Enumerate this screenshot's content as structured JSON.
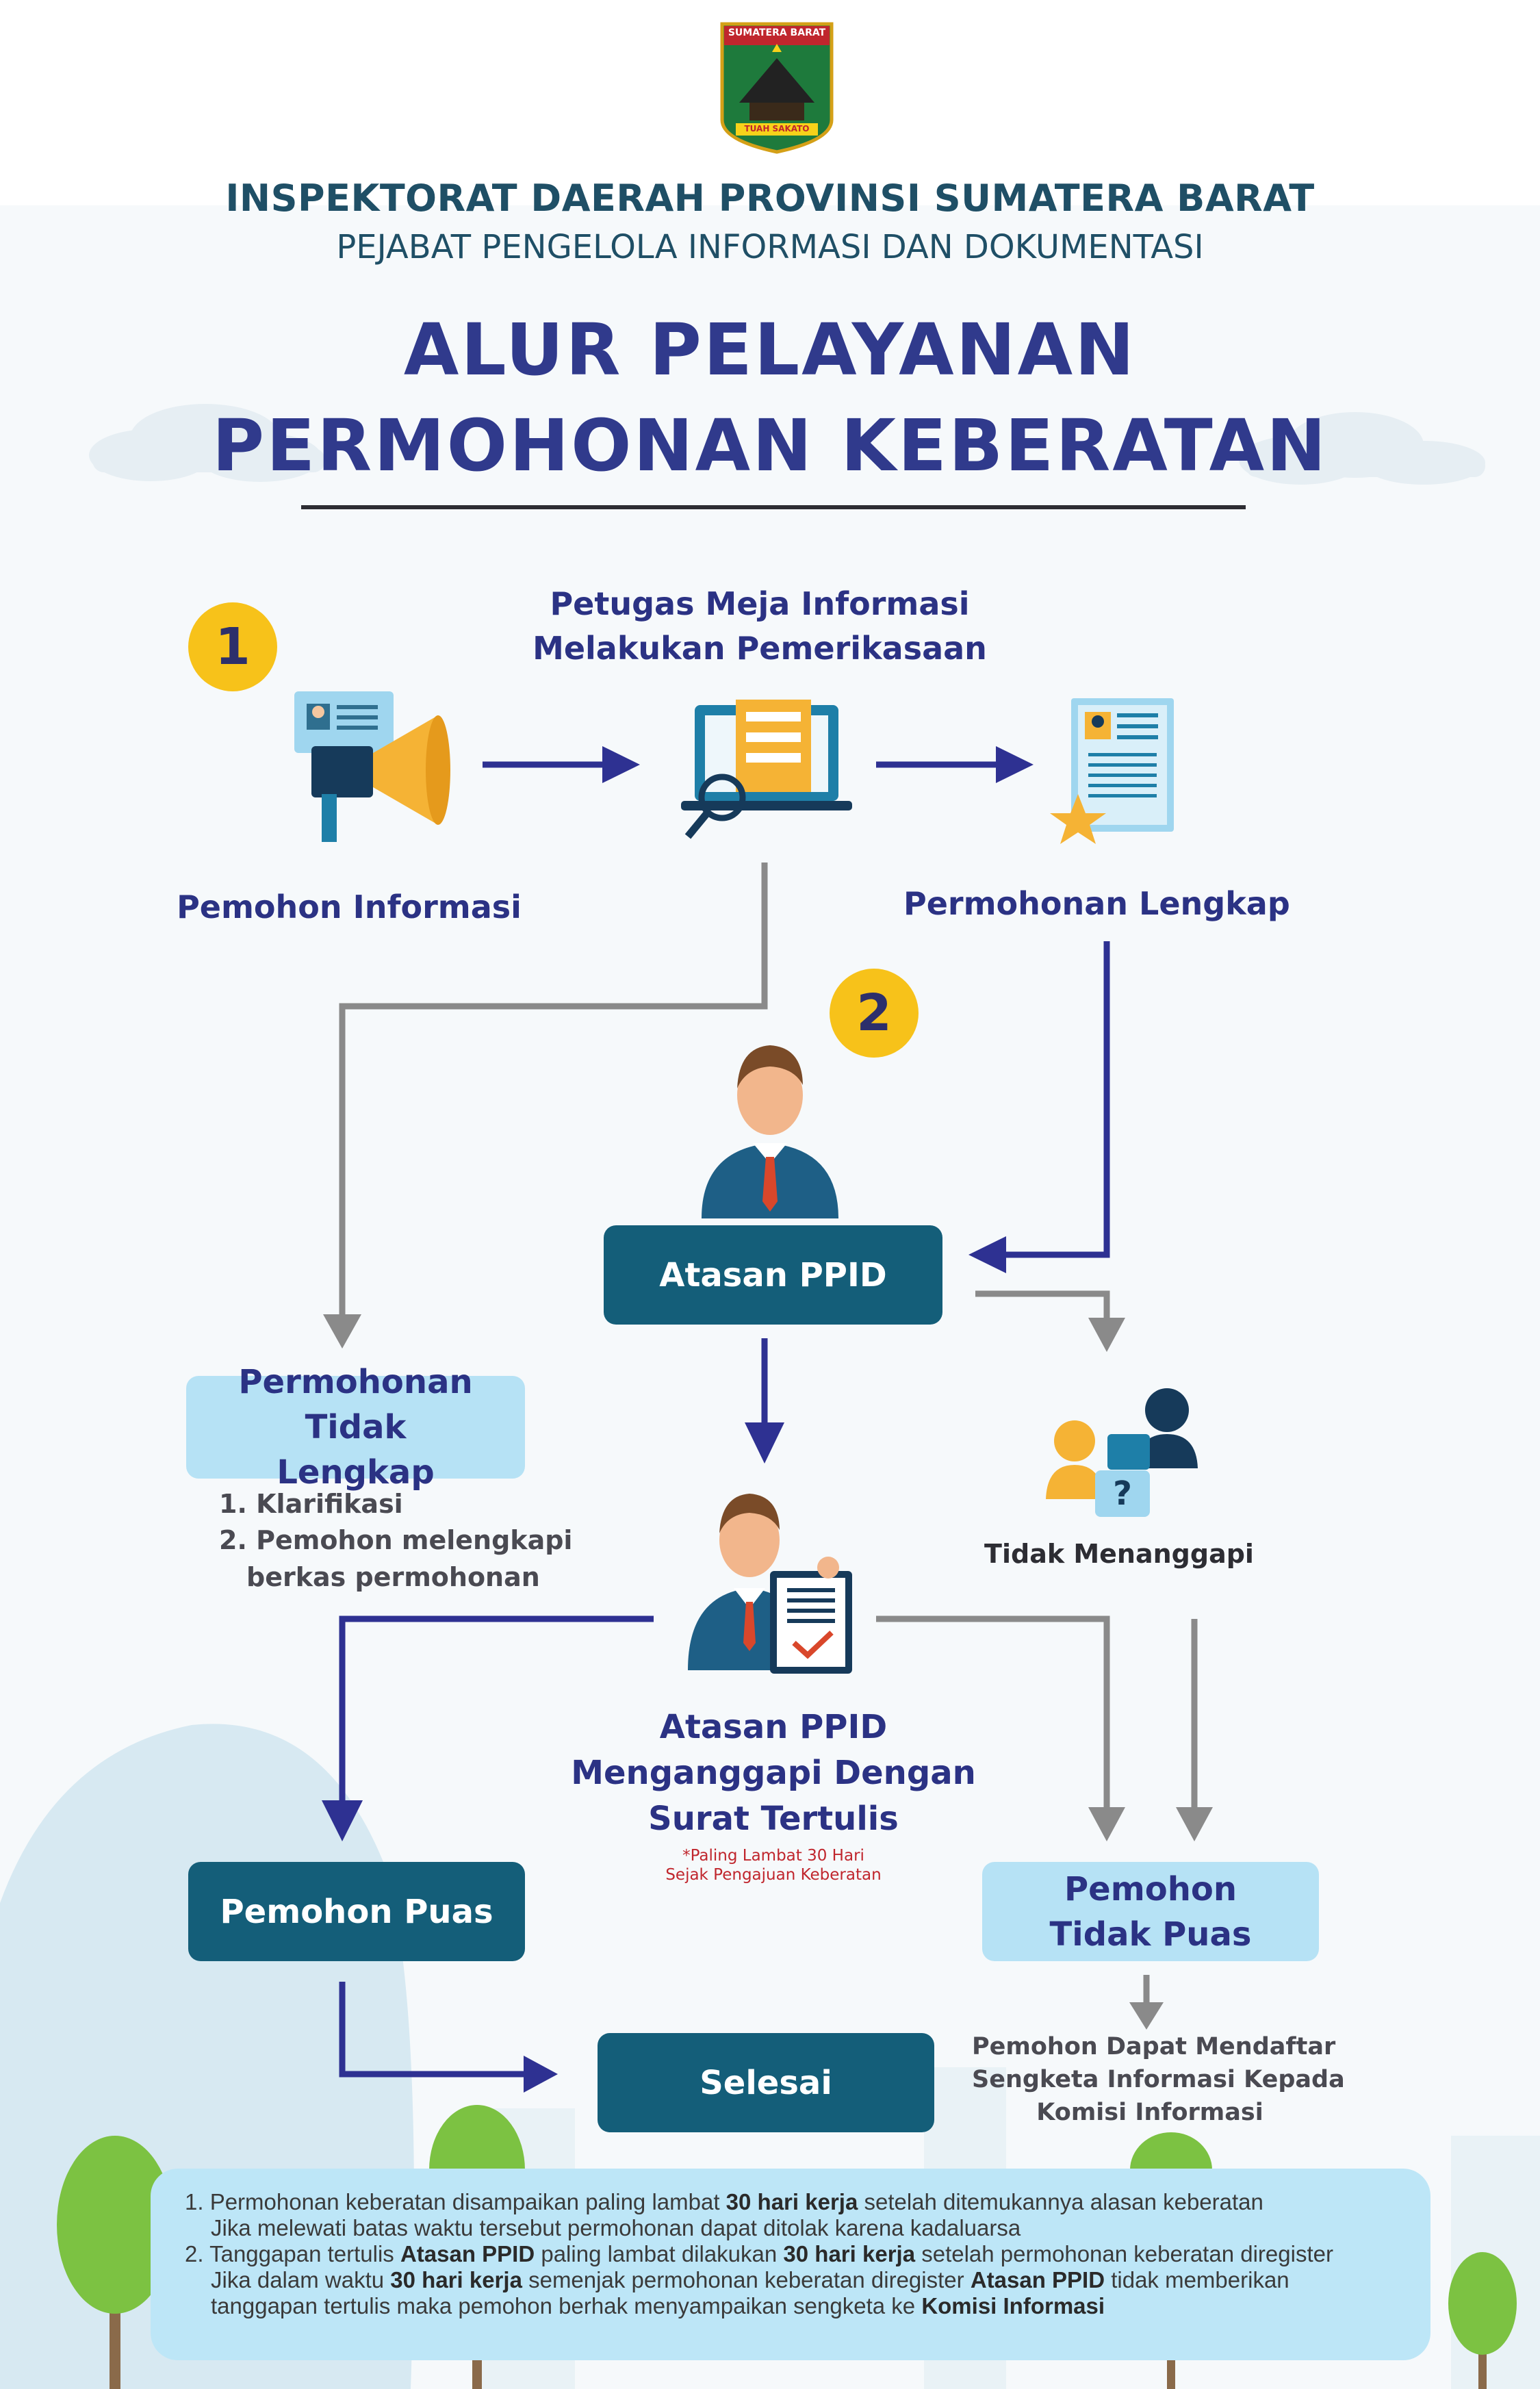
{
  "header": {
    "logo_top_text": "SUMATERA BARAT",
    "logo_bottom_text": "TUAH SAKATO",
    "org_name": "INSPEKTORAT DAERAH PROVINSI SUMATERA BARAT",
    "unit_name": "PEJABAT PENGELOLA INFORMASI DAN DOKUMENTASI"
  },
  "title": {
    "line1": "ALUR PELAYANAN",
    "line2": "PERMOHONAN KEBERATAN"
  },
  "steps": {
    "badge1": "1",
    "badge2": "2",
    "petugas_line1": "Petugas Meja Informasi",
    "petugas_line2": "Melakukan Pemerikasaan",
    "pemohon_informasi": "Pemohon Informasi",
    "permohonan_lengkap": "Permohonan Lengkap",
    "atasan_ppid": "Atasan PPID",
    "tidak_lengkap_line1": "Permohonan Tidak",
    "tidak_lengkap_line2": "Lengkap",
    "tidak_lengkap_items": [
      "1. Klarifikasi",
      "2. Pemohon melengkapi",
      "berkas permohonan"
    ],
    "tidak_menanggapi": "Tidak Menanggapi",
    "menanggapi_line1": "Atasan PPID",
    "menanggapi_line2": "Menganggapi Dengan",
    "menanggapi_line3": "Surat Tertulis",
    "deadline_line1": "*Paling Lambat 30 Hari",
    "deadline_line2": "Sejak Pengajuan Keberatan",
    "pemohon_puas": "Pemohon Puas",
    "tidak_puas_line1": "Pemohon",
    "tidak_puas_line2": "Tidak Puas",
    "selesai": "Selesai",
    "sengketa_line1": "Pemohon Dapat Mendaftar",
    "sengketa_line2": "Sengketa Informasi Kepada",
    "sengketa_line3": "Komisi Informasi",
    "question_mark": "?"
  },
  "notes": {
    "n1_a": "1. Permohonan keberatan disampaikan paling lambat ",
    "n1_b": "30 hari kerja",
    "n1_c": " setelah ditemukannya alasan keberatan",
    "n1_d": "Jika melewati batas waktu tersebut permohonan dapat ditolak karena kadaluarsa",
    "n2_a": "2. Tanggapan tertulis ",
    "n2_b": "Atasan PPID",
    "n2_c": " paling lambat dilakukan ",
    "n2_d": "30 hari kerja",
    "n2_e": " setelah permohonan keberatan diregister",
    "n2_f": "Jika dalam waktu ",
    "n2_g": "30 hari kerja",
    "n2_h": " semenjak permohonan keberatan diregister ",
    "n2_i": "Atasan PPID",
    "n2_j": " tidak memberikan",
    "n2_k": "tanggapan tertulis maka pemohon berhak menyampaikan sengketa ke ",
    "n2_l": "Komisi Informasi"
  },
  "colors": {
    "navy_arrow": "#2e3192",
    "gray_arrow": "#8a8a8a",
    "dark_box": "#145e79",
    "light_box": "#b6e2f5",
    "badge": "#f7c21a",
    "title": "#303a8c"
  }
}
